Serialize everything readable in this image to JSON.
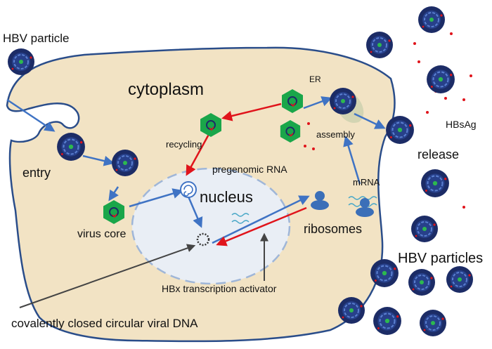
{
  "labels": {
    "hbv_particle": "HBV particle",
    "cytoplasm": "cytoplasm",
    "entry": "entry",
    "virus_core": "virus core",
    "recycling": "recycling",
    "nucleus": "nucleus",
    "pregenomic_rna": "pregenomic RNA",
    "er": "ER",
    "assembly": "assembly",
    "mrna": "mRNA",
    "ribosomes": "ribosomes",
    "release": "release",
    "hbsag": "HBsAg",
    "hbv_particles": "HBV particles",
    "hbx": "HBx transcription activator",
    "cccdna": "covalently closed circular viral DNA"
  },
  "colors": {
    "cell_fill": "#f2e3c4",
    "cell_stroke": "#2a4d8a",
    "nucleus_fill": "#e9eef5",
    "virion_dark": "#1c2c66",
    "core_green": "#1aa64a",
    "arrow_blue": "#3f73c4",
    "arrow_red": "#e0141b",
    "ribosome_blue": "#3b6fb8"
  }
}
